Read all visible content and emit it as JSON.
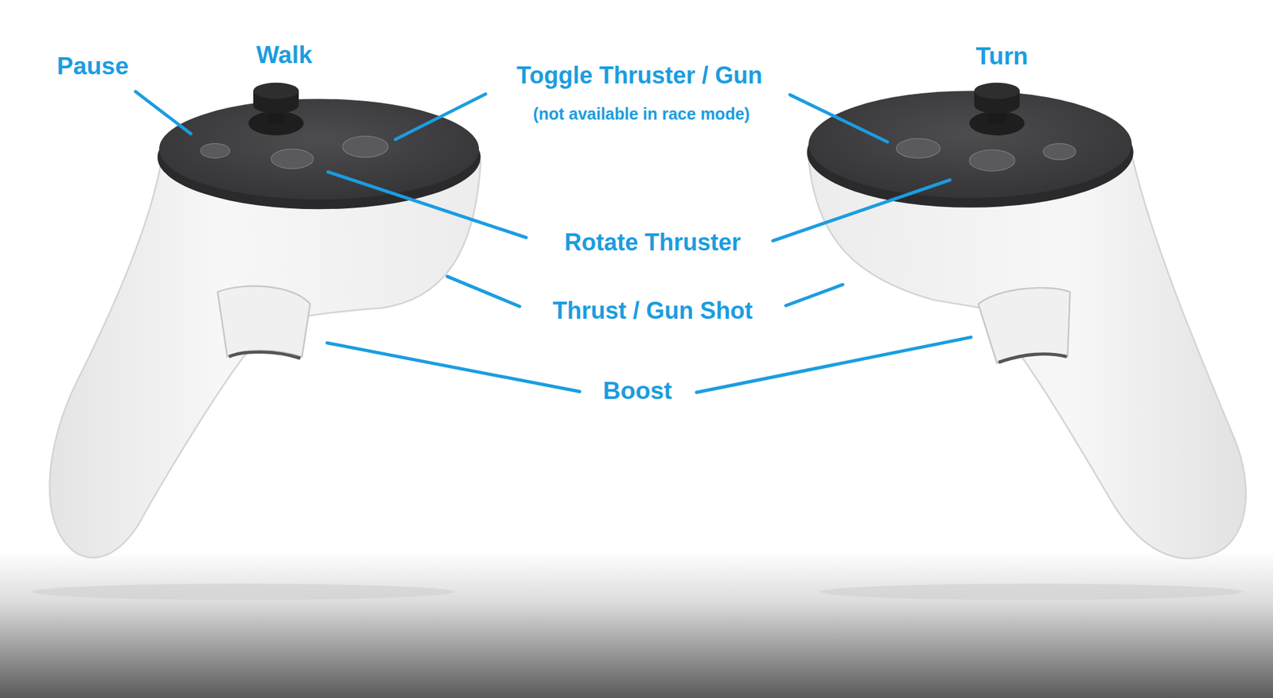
{
  "diagram": {
    "labels": [
      "Pause",
      "Walk",
      "Toggle Thruster / Gun",
      "(not available in race mode)",
      "Turn",
      "Rotate Thruster",
      "Thrust / Gun Shot",
      "Boost"
    ]
  }
}
